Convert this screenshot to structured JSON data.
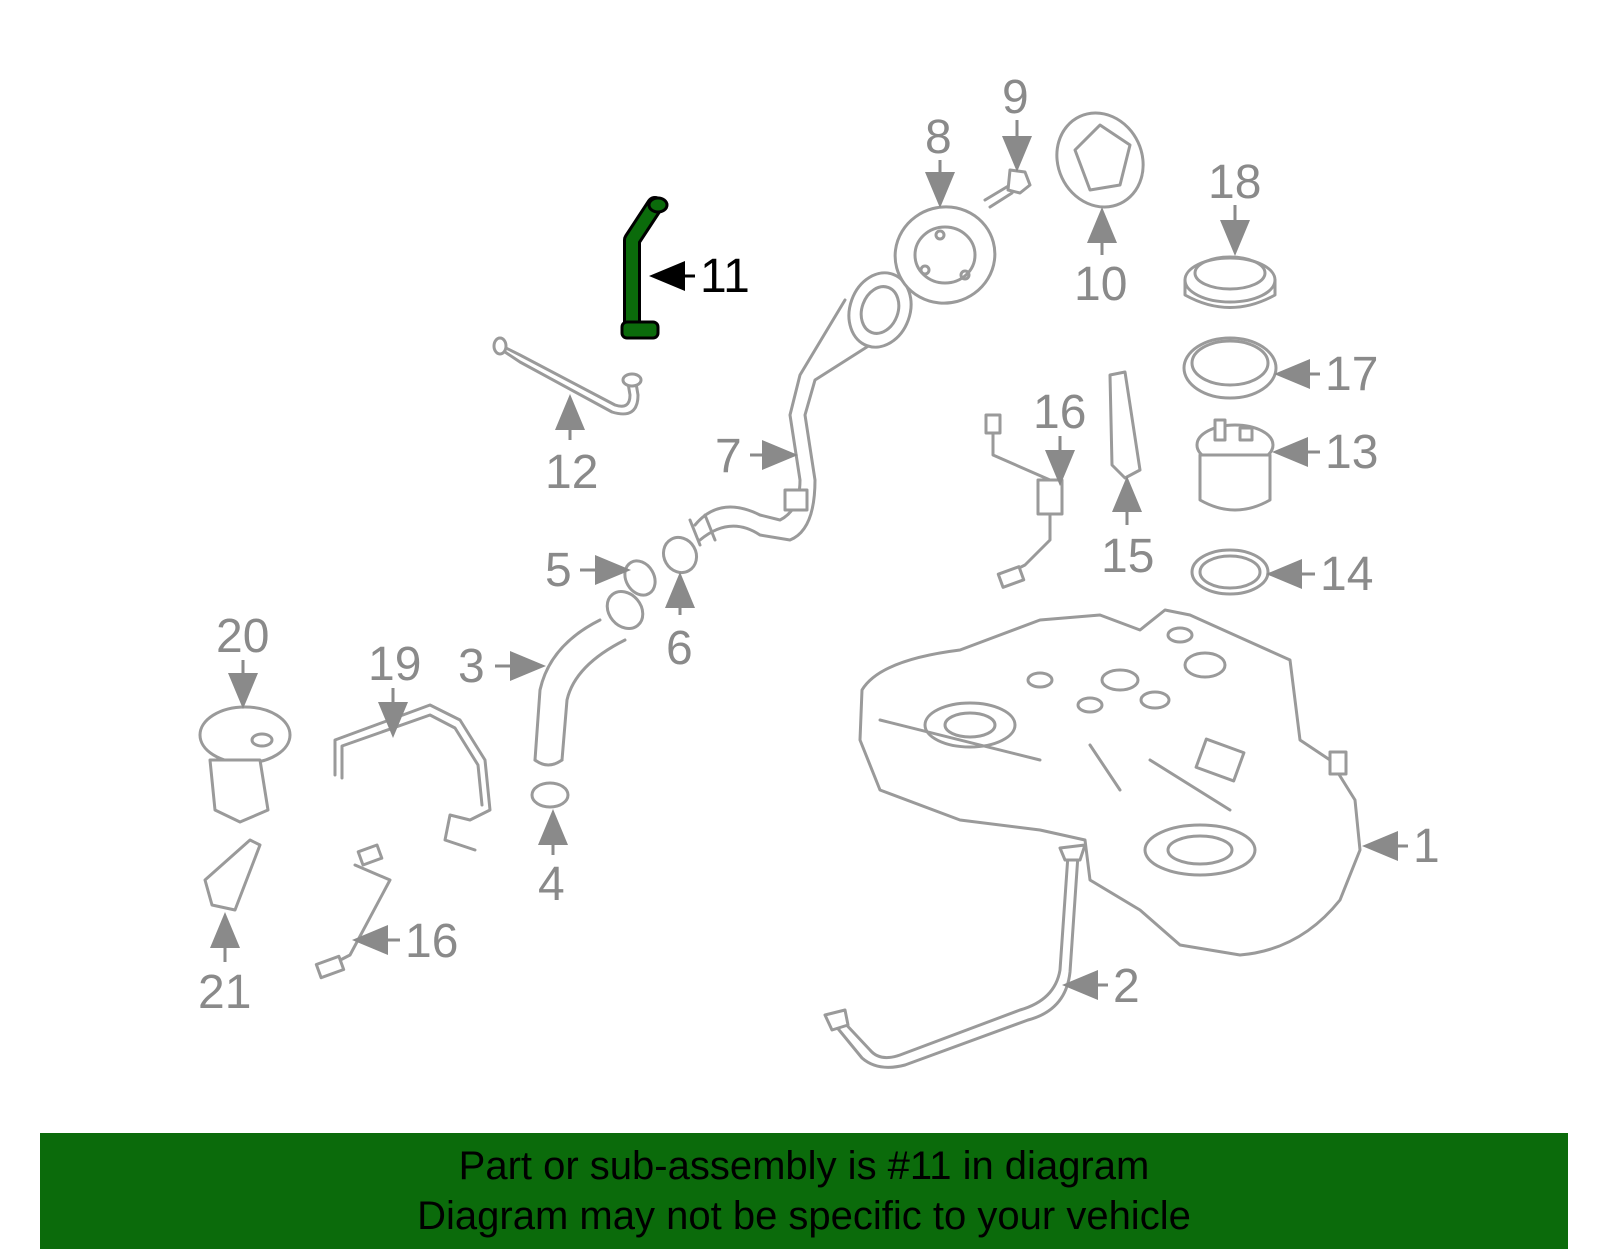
{
  "diagram": {
    "highlight_color": "#0b6b0b",
    "highlighted_part": "11",
    "callouts": [
      "1",
      "2",
      "3",
      "4",
      "5",
      "6",
      "7",
      "8",
      "9",
      "10",
      "11",
      "12",
      "13",
      "14",
      "15",
      "16",
      "16",
      "17",
      "18",
      "19",
      "20",
      "21"
    ]
  },
  "banner": {
    "background": "#0b6b0b",
    "line1": "Part or sub-assembly is #11 in diagram",
    "line2": "Diagram may not be specific to your vehicle"
  }
}
